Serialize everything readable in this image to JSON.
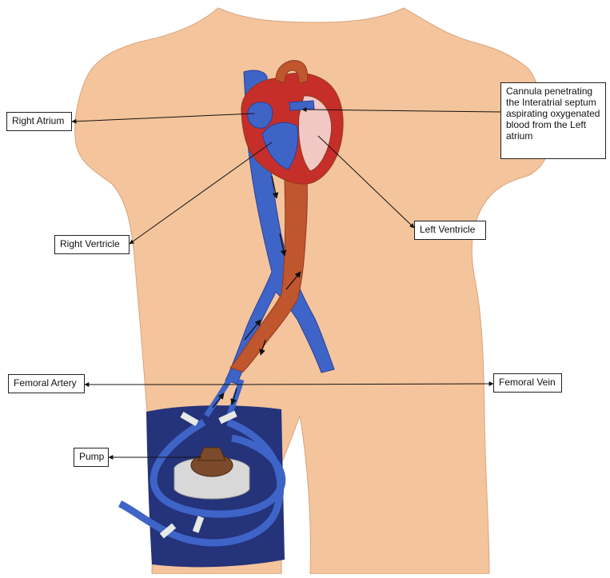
{
  "labels": {
    "right_atrium": "Right Atrium",
    "cannula": "Cannula penetrating the Interatrial septum aspirating oxygenated blood from the Left atrium",
    "right_ventricle": "Right Vertricle",
    "left_ventricle": "Left Ventricle",
    "femoral_artery": "Femoral Artery",
    "femoral_vein": "Femoral Vein",
    "pump": "Pump"
  },
  "colors": {
    "skin": "#f4c49c",
    "skin_outline": "#d9a47c",
    "vein": "#3f64c8",
    "vein_dark": "#27409a",
    "artery": "#c0562e",
    "artery_dark": "#8f3a1c",
    "heart_red": "#c62e2a",
    "chamber_pink": "#f2c8c4",
    "underwear": "#24337a",
    "pump_gray": "#d8d8d8",
    "pump_brown": "#7a4a2a",
    "leader_line": "#111111"
  }
}
